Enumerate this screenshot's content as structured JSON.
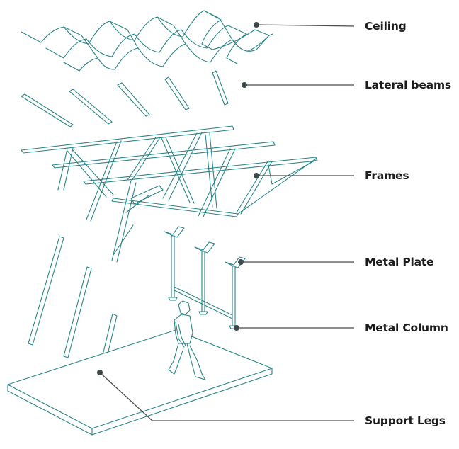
{
  "diagram": {
    "title": "",
    "type": "exploded-axonometric",
    "colors": {
      "structure": "#2b8589",
      "leader": "#4a4a4a",
      "label": "#1c1c1c",
      "background": "#ffffff"
    },
    "labels": [
      {
        "id": "ceiling",
        "text": "Ceiling"
      },
      {
        "id": "lateral-beams",
        "text": "Lateral beams"
      },
      {
        "id": "frames",
        "text": "Frames"
      },
      {
        "id": "metal-plate",
        "text": "Metal Plate"
      },
      {
        "id": "metal-column",
        "text": "Metal Column"
      },
      {
        "id": "support-legs",
        "text": "Support Legs"
      }
    ],
    "components": [
      "ceiling",
      "lateral-beams",
      "frames",
      "metal-plate",
      "metal-column",
      "support-legs",
      "floor-slab",
      "human-figure"
    ]
  }
}
